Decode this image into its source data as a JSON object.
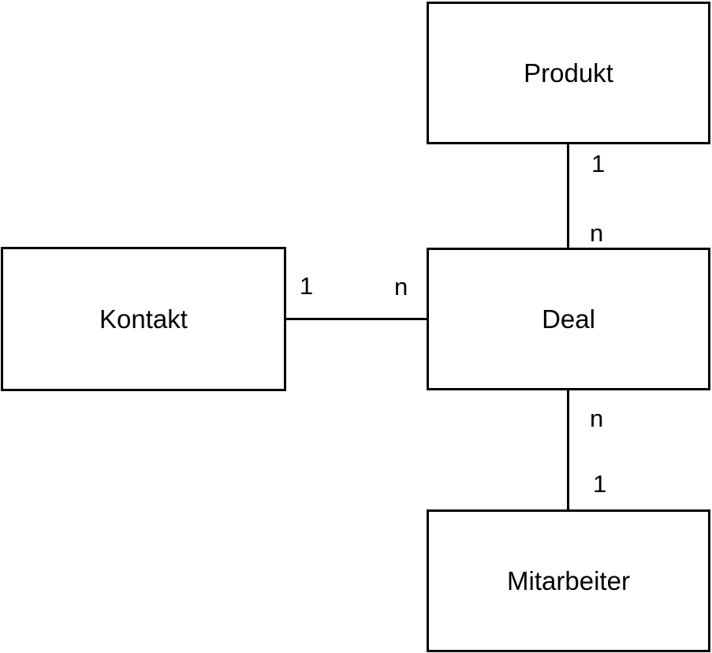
{
  "diagram": {
    "type": "entity-relationship-diagram",
    "title": "",
    "background_color": "#ffffff",
    "stroke_color": "#000000",
    "entities": [
      {
        "id": "produkt",
        "label": "Produkt"
      },
      {
        "id": "deal",
        "label": "Deal"
      },
      {
        "id": "kontakt",
        "label": "Kontakt"
      },
      {
        "id": "mitarbeiter",
        "label": "Mitarbeiter"
      }
    ],
    "relationships": [
      {
        "id": "produkt-deal",
        "from": "produkt",
        "to": "deal",
        "orientation": "vertical",
        "from_cardinality": "1",
        "to_cardinality": "n"
      },
      {
        "id": "kontakt-deal",
        "from": "kontakt",
        "to": "deal",
        "orientation": "horizontal",
        "from_cardinality": "1",
        "to_cardinality": "n"
      },
      {
        "id": "deal-mitarbeiter",
        "from": "deal",
        "to": "mitarbeiter",
        "orientation": "vertical",
        "from_cardinality": "n",
        "to_cardinality": "1"
      }
    ]
  }
}
